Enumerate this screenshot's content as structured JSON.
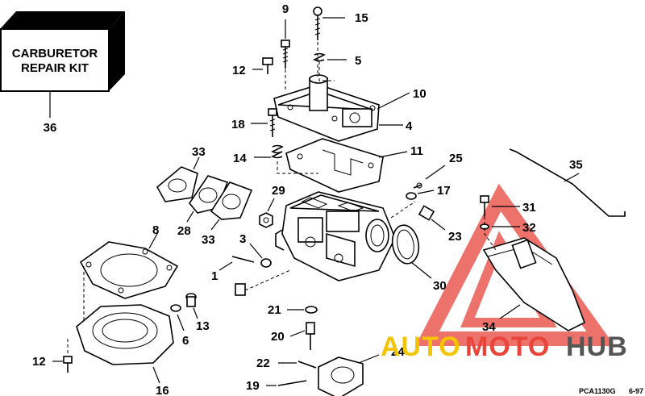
{
  "kit": {
    "line1": "CARBURETOR",
    "line2": "REPAIR KIT",
    "number": "36"
  },
  "callouts": [
    "9",
    "15",
    "5",
    "12",
    "10",
    "4",
    "18",
    "11",
    "14",
    "33",
    "25",
    "17",
    "29",
    "35",
    "31",
    "32",
    "28",
    "33",
    "23",
    "8",
    "3",
    "1",
    "30",
    "21",
    "13",
    "6",
    "20",
    "34",
    "22",
    "24",
    "12",
    "16",
    "19"
  ],
  "drawing_code": "PCA1130G",
  "drawing_date": "6-97",
  "watermark": {
    "part1": "AUTO",
    "part2": "MOTO",
    "part3": "HUB",
    "color1": "#f5c400",
    "color2": "#e8443a",
    "color3": "#555555"
  }
}
